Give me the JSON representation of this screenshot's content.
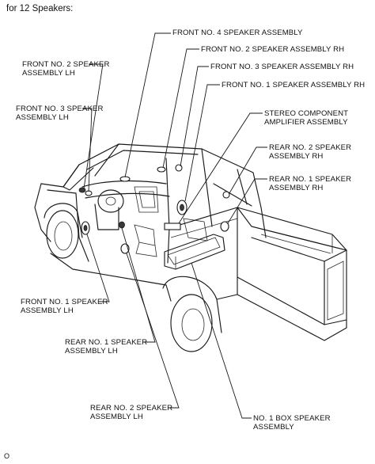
{
  "heading": "for 12 Speakers:",
  "reference_code": "O",
  "labels": {
    "front_no4": "FRONT NO. 4 SPEAKER ASSEMBLY",
    "front_no2_rh": "FRONT NO. 2 SPEAKER ASSEMBLY RH",
    "front_no3_rh": "FRONT NO. 3 SPEAKER ASSEMBLY RH",
    "front_no1_rh": "FRONT NO. 1 SPEAKER ASSEMBLY RH",
    "stereo_amp": [
      "STEREO COMPONENT",
      "AMPLIFIER ASSEMBLY"
    ],
    "rear_no2_rh": [
      "REAR NO. 2 SPEAKER",
      "ASSEMBLY RH"
    ],
    "rear_no1_rh": [
      "REAR NO. 1 SPEAKER",
      "ASSEMBLY RH"
    ],
    "front_no2_lh": [
      "FRONT NO. 2 SPEAKER",
      "ASSEMBLY LH"
    ],
    "front_no3_lh": [
      "FRONT NO. 3 SPEAKER",
      "ASSEMBLY LH"
    ],
    "front_no1_lh": [
      "FRONT NO. 1 SPEAKER",
      "ASSEMBLY LH"
    ],
    "rear_no1_lh": [
      "REAR NO. 1 SPEAKER",
      "ASSEMBLY LH"
    ],
    "rear_no2_lh": [
      "REAR NO. 2 SPEAKER",
      "ASSEMBLY LH"
    ],
    "box_speaker": [
      "NO. 1 BOX SPEAKER",
      "ASSEMBLY"
    ]
  }
}
